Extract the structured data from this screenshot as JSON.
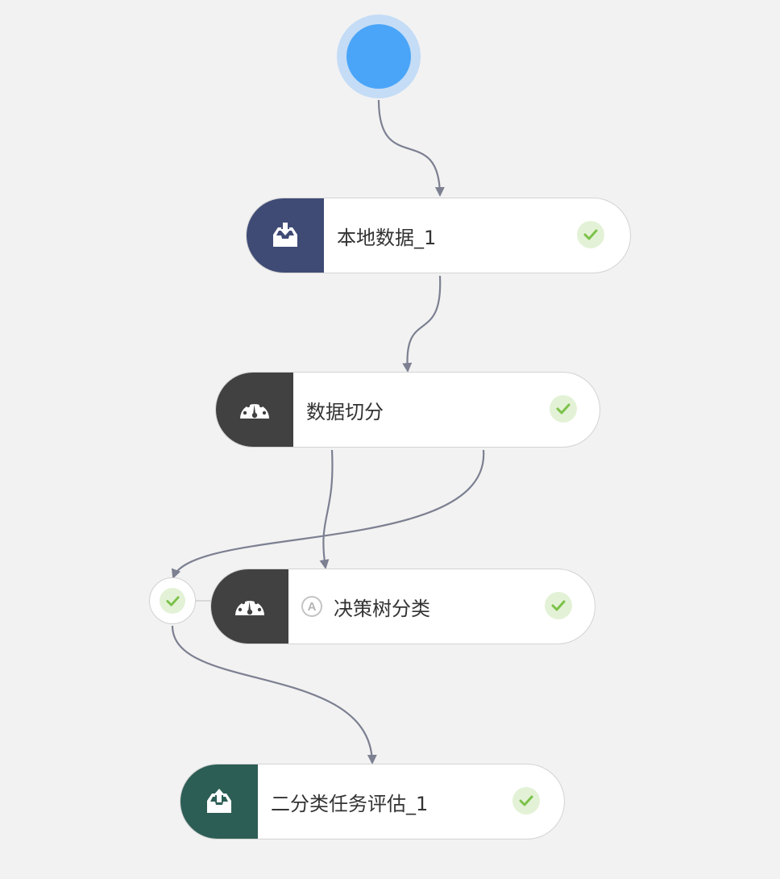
{
  "colors": {
    "canvas": "#f2f2f2",
    "edge": "#7c8091",
    "start_outer": "#c4dcf6",
    "start_inner": "#4aa5f8",
    "check_bg": "#e3f2d6",
    "check_mark": "#7cc24a"
  },
  "start_node": {
    "icon": "start-circle"
  },
  "nodes": [
    {
      "id": "local-data-1",
      "label": "本地数据_1",
      "icon": "inbox-download-icon",
      "icon_bg": "#3f4b75",
      "status": "success"
    },
    {
      "id": "data-split",
      "label": "数据切分",
      "icon": "gauge-icon",
      "icon_bg": "#414141",
      "status": "success"
    },
    {
      "id": "decision-tree",
      "label": "决策树分类",
      "badge": "A",
      "icon": "gauge-icon",
      "icon_bg": "#414141",
      "status": "success"
    },
    {
      "id": "binary-eval-1",
      "label": "二分类任务评估_1",
      "icon": "inbox-upload-icon",
      "icon_bg": "#2d5e55",
      "status": "success"
    }
  ],
  "port_node": {
    "icon": "check-icon",
    "status": "success"
  }
}
